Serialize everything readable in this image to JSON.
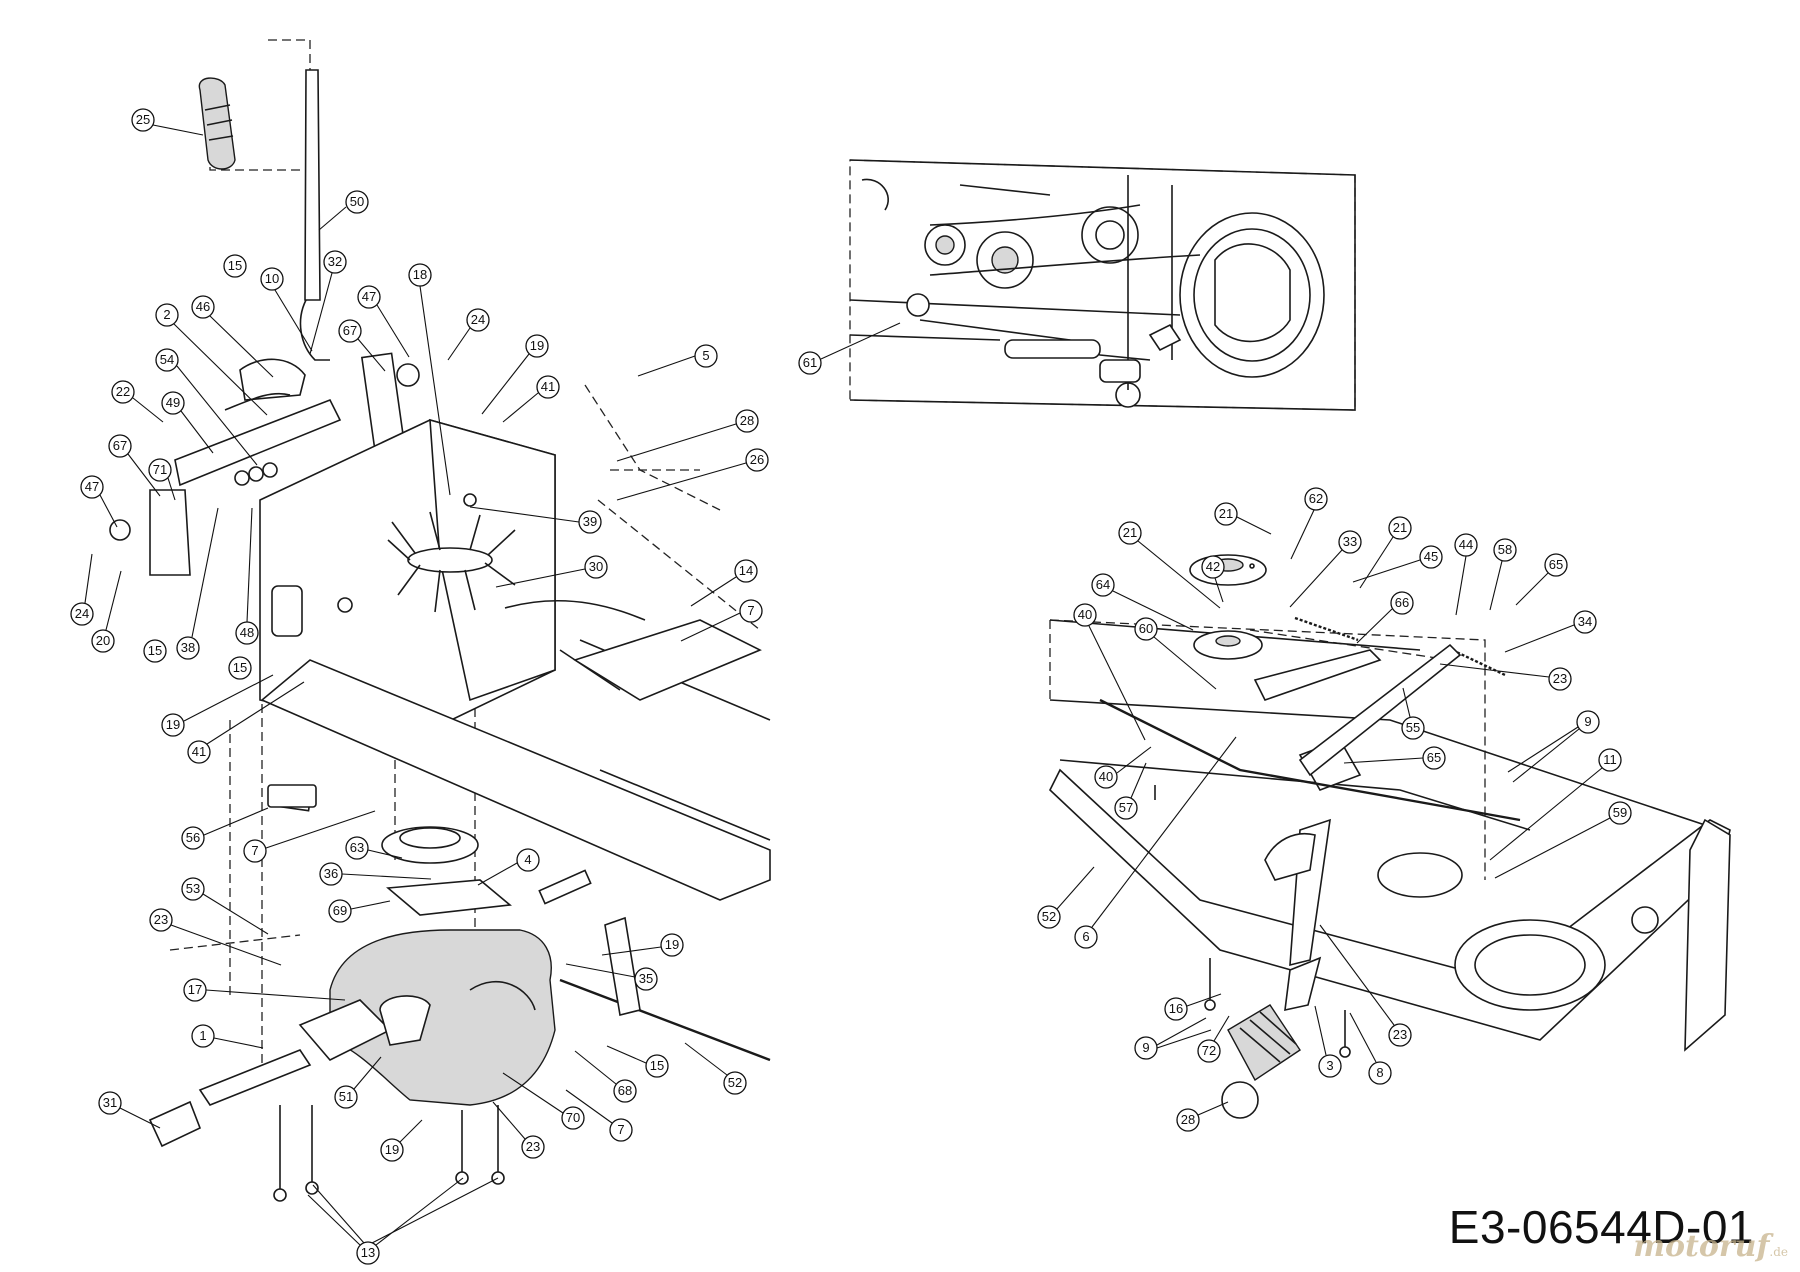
{
  "drawing": {
    "id_label": "E3-06544D-01",
    "watermark": "motoruf",
    "watermark_suffix": ".de",
    "colors": {
      "line": "#1a1a1a",
      "background": "#ffffff",
      "watermark": "#c7b48d"
    }
  },
  "callouts": {
    "n1": "1",
    "n2": "2",
    "n3": "3",
    "n4": "4",
    "n5": "5",
    "n6": "6",
    "n7a": "7",
    "n7b": "7",
    "n7c": "7",
    "n8": "8",
    "n9a": "9",
    "n9b": "9",
    "n10": "10",
    "n11": "11",
    "n13": "13",
    "n14": "14",
    "n15a": "15",
    "n15b": "15",
    "n15c": "15",
    "n15d": "15",
    "n16": "16",
    "n17": "17",
    "n18": "18",
    "n19a": "19",
    "n19b": "19",
    "n19c": "19",
    "n19d": "19",
    "n20": "20",
    "n21a": "21",
    "n21b": "21",
    "n21c": "21",
    "n22": "22",
    "n23a": "23",
    "n23b": "23",
    "n23c": "23",
    "n23d": "23",
    "n24a": "24",
    "n24b": "24",
    "n25": "25",
    "n26": "26",
    "n28a": "28",
    "n28b": "28",
    "n30": "30",
    "n31": "31",
    "n32": "32",
    "n33": "33",
    "n34": "34",
    "n35": "35",
    "n36": "36",
    "n38": "38",
    "n39": "39",
    "n40a": "40",
    "n40b": "40",
    "n41a": "41",
    "n41b": "41",
    "n42": "42",
    "n44": "44",
    "n45": "45",
    "n46": "46",
    "n47a": "47",
    "n47b": "47",
    "n48": "48",
    "n49": "49",
    "n50": "50",
    "n51": "51",
    "n52a": "52",
    "n52b": "52",
    "n53": "53",
    "n54": "54",
    "n55": "55",
    "n56": "56",
    "n57": "57",
    "n58": "58",
    "n59": "59",
    "n60": "60",
    "n61": "61",
    "n62": "62",
    "n63": "63",
    "n64": "64",
    "n65a": "65",
    "n65b": "65",
    "n66": "66",
    "n67a": "67",
    "n67b": "67",
    "n68": "68",
    "n69": "69",
    "n70": "70",
    "n71": "71",
    "n72": "72"
  }
}
